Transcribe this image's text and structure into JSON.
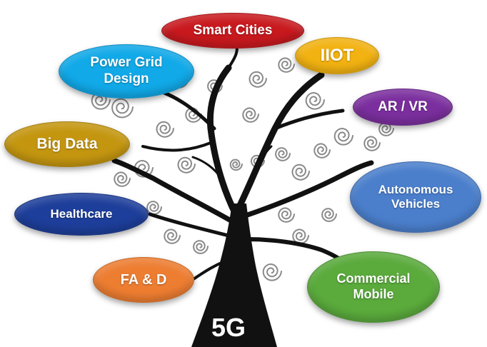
{
  "root": {
    "label": "5G",
    "color": "#ffffff"
  },
  "tree": {
    "color": "#111111",
    "curl_color": "#8a8a8a"
  },
  "branches": [
    {
      "key": "smart",
      "label": "Smart Cities",
      "fill": "#c8191e",
      "text_color": "#ffffff"
    },
    {
      "key": "power",
      "label": "Power Grid Design",
      "fill": "#11a9e8",
      "text_color": "#ffffff"
    },
    {
      "key": "iiot",
      "label": "IIOT",
      "fill": "#f2b211",
      "text_color": "#ffffff"
    },
    {
      "key": "arvr",
      "label": "AR / VR",
      "fill": "#7b2f9e",
      "text_color": "#ffffff"
    },
    {
      "key": "bigdata",
      "label": "Big Data",
      "fill": "#c49610",
      "text_color": "#ffffff"
    },
    {
      "key": "auto",
      "label": "Autonomous Vehicles",
      "fill": "#4b7fcc",
      "text_color": "#ffffff"
    },
    {
      "key": "health",
      "label": "Healthcare",
      "fill": "#1d3e9a",
      "text_color": "#ffffff"
    },
    {
      "key": "fad",
      "label": "FA & D",
      "fill": "#ed7d31",
      "text_color": "#ffffff"
    },
    {
      "key": "comm",
      "label": "Commercial Mobile",
      "fill": "#5aaa3c",
      "text_color": "#ffffff"
    }
  ]
}
